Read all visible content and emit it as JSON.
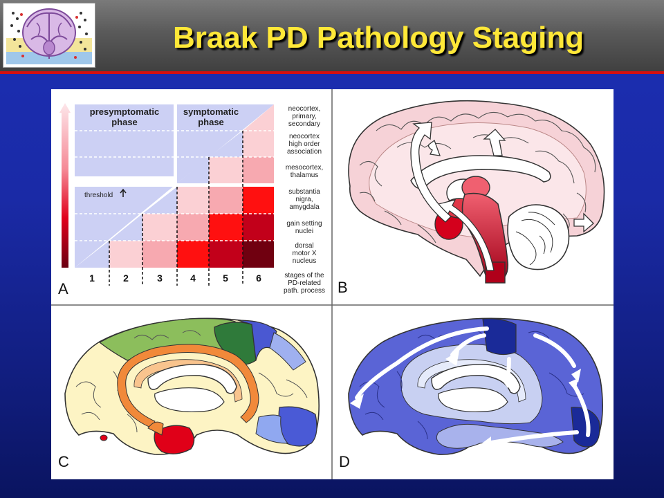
{
  "slide": {
    "title": "Braak PD Pathology Staging"
  },
  "panel_a": {
    "letter": "A",
    "presymptomatic": [
      "presymptomatic",
      "phase"
    ],
    "symptomatic": [
      "symptomatic",
      "phase"
    ],
    "threshold": "threshold",
    "regions": [
      [
        "neocortex,",
        "primary,",
        "secondary"
      ],
      [
        "neocortex",
        "high order",
        "association"
      ],
      [
        "mesocortex,",
        "thalamus"
      ],
      [
        "substantia",
        "nigra,",
        "amygdala"
      ],
      [
        "gain setting",
        "nuclei"
      ],
      [
        "dorsal",
        "motor X",
        "nucleus"
      ]
    ],
    "stages": [
      "1",
      "2",
      "3",
      "4",
      "5",
      "6"
    ],
    "stages_caption": [
      "stages of the",
      "PD-related",
      "path. process"
    ]
  },
  "panel_b": {
    "letter": "B"
  },
  "panel_c": {
    "letter": "C"
  },
  "panel_d": {
    "letter": "D"
  },
  "colors": {
    "title": "#ffe838",
    "accent_red": "#d41010",
    "presymptomatic_fill": "#ccd0f4",
    "stage_reds": [
      "#fbd0d4",
      "#f7a9b0",
      "#f26e78",
      "#ff1010",
      "#c2001a",
      "#700010"
    ],
    "panel_c_green": "#8cbe5c",
    "panel_d_blue": "#5a64d6"
  }
}
